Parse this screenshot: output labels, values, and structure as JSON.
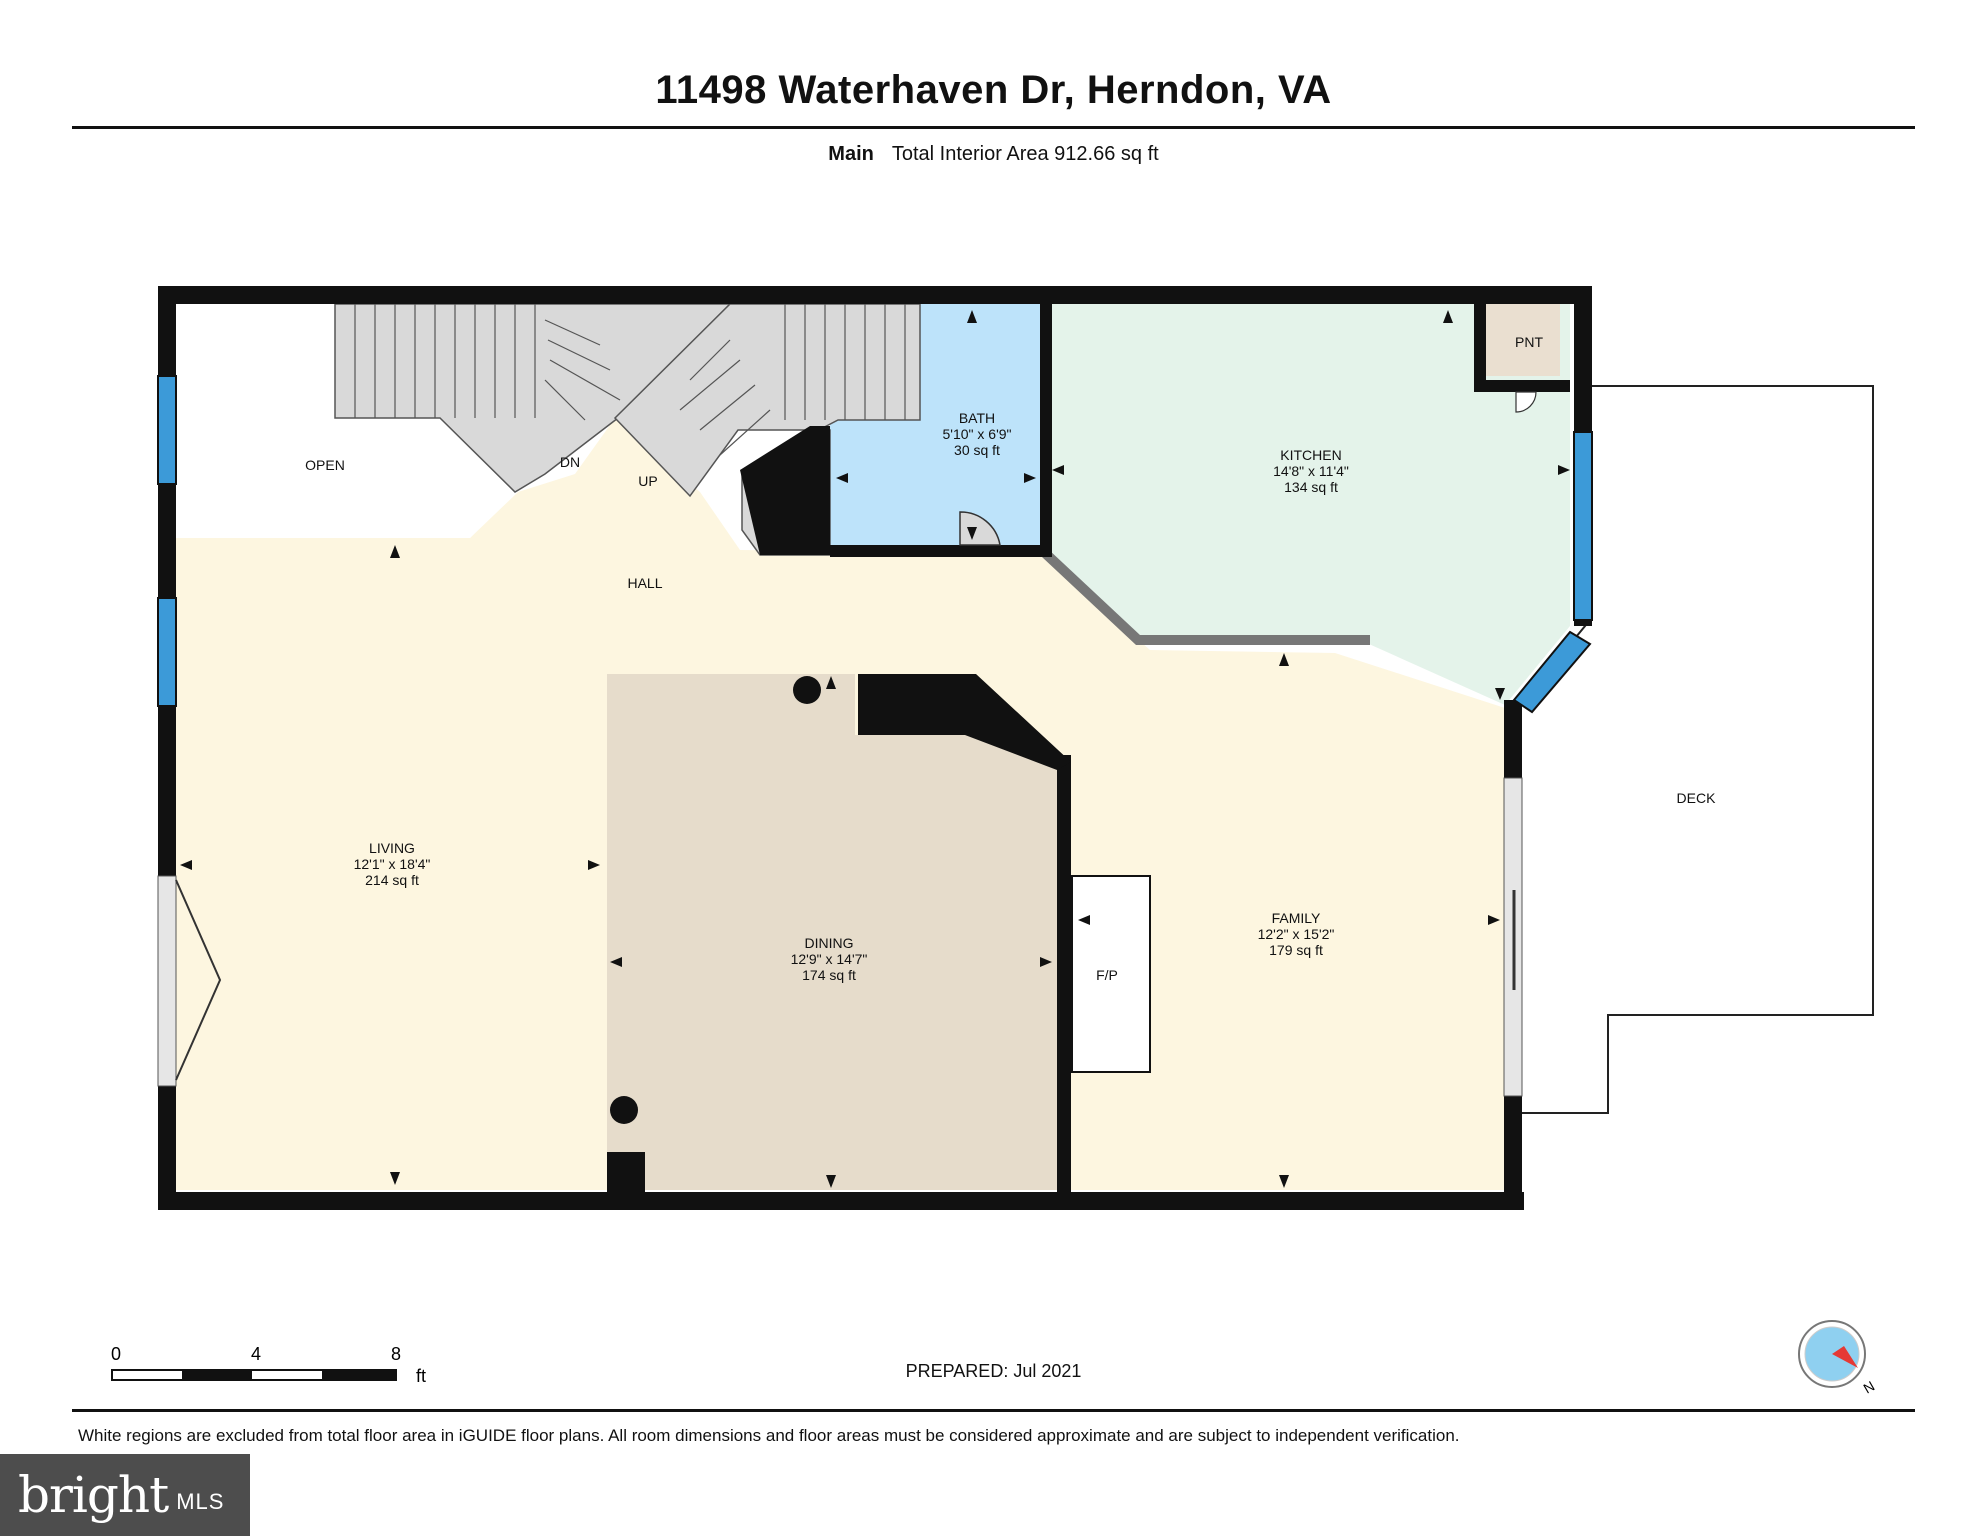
{
  "header": {
    "title": "11498 Waterhaven Dr, Herndon, VA",
    "floor_name": "Main",
    "total_area": "Total Interior Area 912.66 sq ft"
  },
  "rooms": {
    "open": {
      "name": "OPEN"
    },
    "hall": {
      "name": "HALL"
    },
    "dn": {
      "name": "DN"
    },
    "up": {
      "name": "UP"
    },
    "bath": {
      "name": "BATH",
      "dims": "5'10\" x 6'9\"",
      "area": "30 sq ft"
    },
    "kitchen": {
      "name": "KITCHEN",
      "dims": "14'8\" x 11'4\"",
      "area": "134 sq ft"
    },
    "pantry": {
      "name": "PNT"
    },
    "living": {
      "name": "LIVING",
      "dims": "12'1\" x 18'4\"",
      "area": "214 sq ft"
    },
    "dining": {
      "name": "DINING",
      "dims": "12'9\" x 14'7\"",
      "area": "174 sq ft"
    },
    "family": {
      "name": "FAMILY",
      "dims": "12'2\" x 15'2\"",
      "area": "179 sq ft"
    },
    "fireplace": {
      "name": "F/P"
    },
    "deck": {
      "name": "DECK"
    }
  },
  "scale": {
    "labels": [
      "0",
      "4",
      "8"
    ],
    "unit": "ft"
  },
  "prepared": "PREPARED: Jul 2021",
  "disclaimer": "White regions are excluded from total floor area in iGUIDE floor plans. All room dimensions and floor areas must be considered approximate and are subject to independent verification.",
  "logo": {
    "brand": "bright",
    "suffix": "MLS"
  },
  "compass": {
    "label": "N"
  },
  "colors": {
    "hall_living_family": "#fdf6e0",
    "dining": "#e6dccb",
    "bath": "#bde3fa",
    "kitchen": "#e4f3ea",
    "pantry": "#eadfd0",
    "stairs": "#d9d9d9",
    "window": "#3c9ad8",
    "wall": "#111111",
    "compass_red": "#e53935",
    "compass_blue": "#8fd0f0"
  }
}
